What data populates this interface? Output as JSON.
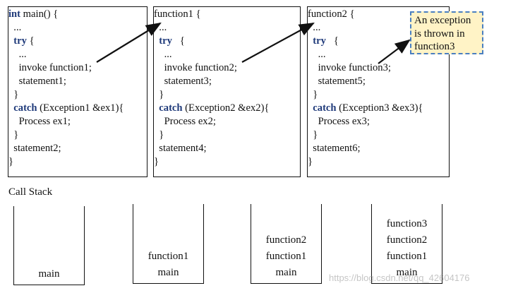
{
  "main_box": {
    "lines": [
      {
        "kw": "int",
        "text": " main() {"
      },
      {
        "kw": "",
        "text": "  ..."
      },
      {
        "kw": "  try",
        "text": " {"
      },
      {
        "kw": "",
        "text": "    ..."
      },
      {
        "kw": "",
        "text": "    invoke function1;"
      },
      {
        "kw": "",
        "text": "    statement1;"
      },
      {
        "kw": "",
        "text": "  }"
      },
      {
        "kw": "  catch",
        "text": " (Exception1 &ex1){"
      },
      {
        "kw": "",
        "text": "    Process ex1;"
      },
      {
        "kw": "",
        "text": "  }"
      },
      {
        "kw": "",
        "text": "  statement2;"
      },
      {
        "kw": "",
        "text": "}"
      }
    ]
  },
  "function1_box": {
    "lines": [
      {
        "kw": "",
        "text": "function1 {"
      },
      {
        "kw": "",
        "text": "  ..."
      },
      {
        "kw": "  try",
        "text": "   {"
      },
      {
        "kw": "",
        "text": "    ..."
      },
      {
        "kw": "",
        "text": "    invoke function2;"
      },
      {
        "kw": "",
        "text": "    statement3;"
      },
      {
        "kw": "",
        "text": "  }"
      },
      {
        "kw": "  catch",
        "text": " (Exception2 &ex2){"
      },
      {
        "kw": "",
        "text": "    Process ex2;"
      },
      {
        "kw": "",
        "text": "  }"
      },
      {
        "kw": "",
        "text": "  statement4;"
      },
      {
        "kw": "",
        "text": "}"
      }
    ]
  },
  "function2_box": {
    "lines": [
      {
        "kw": "",
        "text": "function2 {"
      },
      {
        "kw": "",
        "text": "  ..."
      },
      {
        "kw": "  try",
        "text": "   {"
      },
      {
        "kw": "",
        "text": "    ..."
      },
      {
        "kw": "",
        "text": "    invoke function3;"
      },
      {
        "kw": "",
        "text": "    statement5;"
      },
      {
        "kw": "",
        "text": "  }"
      },
      {
        "kw": "  catch",
        "text": " (Exception3 &ex3){"
      },
      {
        "kw": "",
        "text": "    Process ex3;"
      },
      {
        "kw": "",
        "text": "  }"
      },
      {
        "kw": "",
        "text": "  statement6;"
      },
      {
        "kw": "",
        "text": "}"
      }
    ]
  },
  "note": {
    "lines": [
      "An exception",
      "is thrown in",
      "function3"
    ]
  },
  "call_stack": {
    "label": "Call Stack",
    "stacks": [
      {
        "frames": [
          "main"
        ]
      },
      {
        "frames": [
          "function1",
          "main"
        ]
      },
      {
        "frames": [
          "function2",
          "function1",
          "main"
        ]
      },
      {
        "frames": [
          "function3",
          "function2",
          "function1",
          "main"
        ]
      }
    ]
  },
  "watermark": "https://blog.csdn.net/qq_42604176",
  "colors": {
    "keyword": "#1f3a7a",
    "note_bg": "#fff3c6",
    "note_border": "#4a7fc0"
  }
}
